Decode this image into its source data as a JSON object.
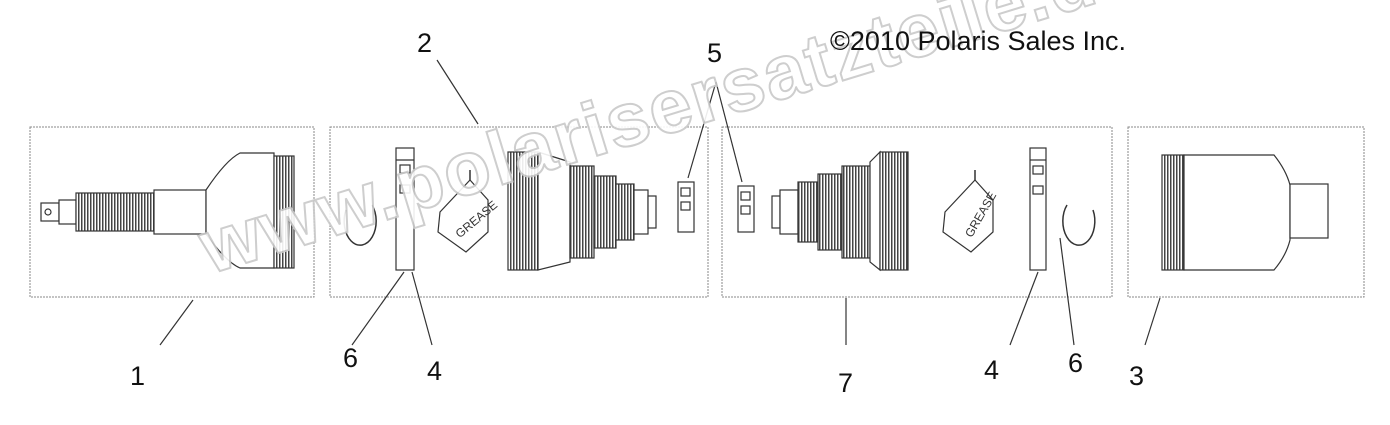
{
  "copyright": "©2010 Polaris Sales Inc.",
  "watermark": "www.polarisersatzteile.de",
  "callouts": {
    "c1": "1",
    "c2": "2",
    "c3": "3",
    "c4a": "4",
    "c4b": "4",
    "c5": "5",
    "c6a": "6",
    "c6b": "6",
    "c7": "7"
  },
  "grease_label": "GREASE",
  "colors": {
    "line": "#333333",
    "box_border": "#888888",
    "watermark_stroke": "#c9c9c9"
  }
}
